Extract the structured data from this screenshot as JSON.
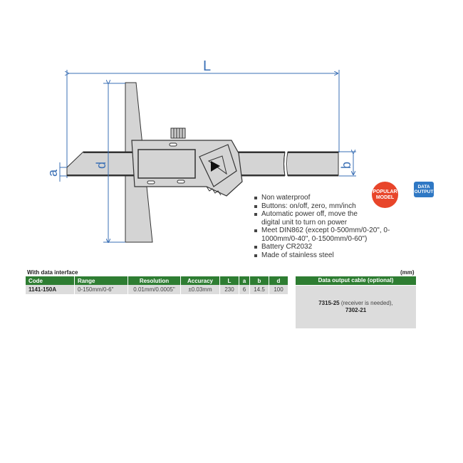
{
  "diagram": {
    "dimension_labels": {
      "L": "L",
      "a": "a",
      "b": "b",
      "d": "d"
    },
    "colors": {
      "dimension_line": "#3a6fb5",
      "body_fill": "#d4d4d4",
      "outline": "#333333"
    }
  },
  "features": [
    "Non waterproof",
    "Buttons: on/off, zero, mm/inch",
    "Automatic power off, move the digital unit to turn on power",
    "Meet DIN862 (except 0-500mm/0-20\", 0-1000mm/0-40\", 0-1500mm/0-60\")",
    "Battery CR2032",
    "Made of stainless steel"
  ],
  "badges": {
    "popular": {
      "line1": "POPULAR",
      "line2": "MODEL",
      "color": "#e8452a"
    },
    "data_output": {
      "line1": "DATA",
      "line2": "OUTPUT",
      "color": "#2f78c4"
    }
  },
  "table": {
    "caption": "With data interface",
    "unit": "(mm)",
    "header_color": "#2e7d32",
    "headers": [
      "Code",
      "Range",
      "Resolution",
      "Accuracy",
      "L",
      "a",
      "b",
      "d"
    ],
    "rows": [
      [
        "1141-150A",
        "0-150mm/0-6\"",
        "0.01mm/0.0005\"",
        "±0.03mm",
        "230",
        "6",
        "14.5",
        "100"
      ]
    ]
  },
  "cable": {
    "header": "Data output cable (optional)",
    "part1": "7315-25",
    "part1_note": " (receiver is needed),",
    "part2": "7302-21"
  }
}
